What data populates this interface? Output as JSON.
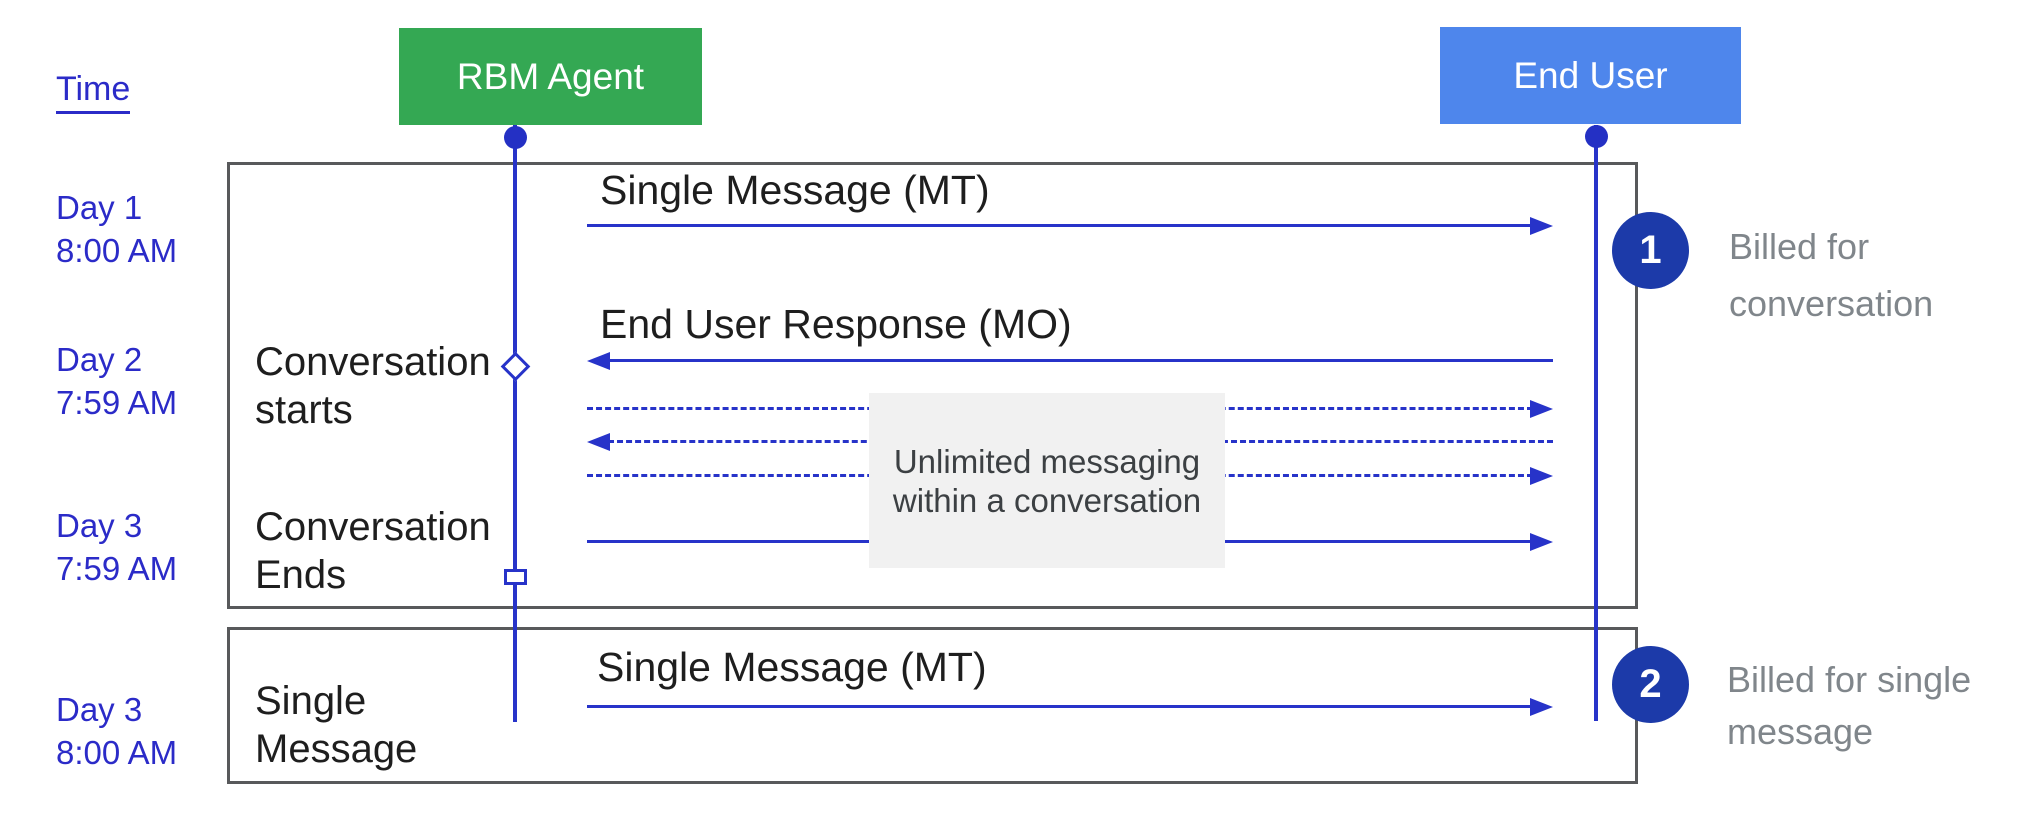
{
  "time_axis": {
    "label": "Time"
  },
  "actors": {
    "rbm_agent": "RBM Agent",
    "end_user": "End User"
  },
  "timeline": [
    {
      "day": "Day 1",
      "time": "8:00 AM"
    },
    {
      "day": "Day 2",
      "time": "7:59 AM"
    },
    {
      "day": "Day 3",
      "time": "7:59 AM"
    },
    {
      "day": "Day 3",
      "time": "8:00 AM"
    }
  ],
  "events": {
    "conversation_starts": {
      "line1": "Conversation",
      "line2": "starts"
    },
    "conversation_ends": {
      "line1": "Conversation",
      "line2": "Ends"
    },
    "single_message": {
      "line1": "Single",
      "line2": "Message"
    }
  },
  "messages": [
    {
      "label": "Single Message (MT)",
      "direction": "right",
      "style": "solid"
    },
    {
      "label": "End User Response (MO)",
      "direction": "left",
      "style": "solid"
    },
    {
      "label": "",
      "direction": "right",
      "style": "dashed"
    },
    {
      "label": "",
      "direction": "left",
      "style": "dashed"
    },
    {
      "label": "",
      "direction": "right",
      "style": "dashed"
    },
    {
      "label": "",
      "direction": "right",
      "style": "solid"
    },
    {
      "label": "Single Message (MT)",
      "direction": "right",
      "style": "solid"
    }
  ],
  "note": {
    "line1": "Unlimited messaging",
    "line2": "within a conversation"
  },
  "annotations": [
    {
      "badge": "1",
      "line1": "Billed for",
      "line2": "conversation"
    },
    {
      "badge": "2",
      "line1": "Billed for single",
      "line2": "message"
    }
  ],
  "colors": {
    "agent_green": "#34A853",
    "end_user_blue": "#4E86EC",
    "arrow_blue": "#2733C9",
    "timeline_blue": "#2B2BC8",
    "badge_navy": "#1C3AA9",
    "scope_border_gray": "#58595B",
    "annotation_gray": "#80868B",
    "note_fill_gray": "#F1F1F1"
  }
}
